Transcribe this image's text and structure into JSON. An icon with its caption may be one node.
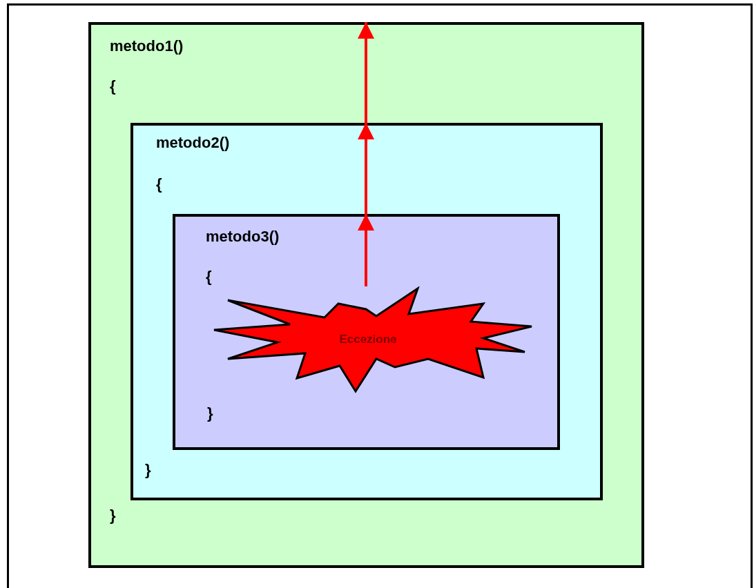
{
  "diagram": {
    "nodes": [
      {
        "text": [
          "metodo1()",
          "{",
          "}"
        ]
      },
      {
        "text": [
          "metodo2()",
          "{",
          "}"
        ],
        "in": 0
      },
      {
        "text": [
          "metodo3()",
          "{",
          "}"
        ],
        "in": 1
      },
      {
        "text": [
          "Eccezione"
        ],
        "in": 2
      }
    ],
    "edges": [
      {
        "from": 3,
        "to": 2,
        "arrow": "to",
        "color": "#ff0000"
      },
      {
        "from": 2,
        "to": 1,
        "arrow": "to",
        "color": "#ff0000"
      },
      {
        "from": 1,
        "to": 0,
        "arrow": "to",
        "color": "#ff0000"
      }
    ]
  }
}
